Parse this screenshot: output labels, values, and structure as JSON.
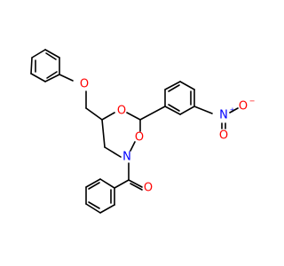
{
  "molecule": {
    "colors": {
      "carbon_bond": "#000000",
      "oxygen": "#ff0000",
      "nitrogen": "#0000ff",
      "background": "#ffffff"
    },
    "atom_labels": {
      "o_phenoxy": "O",
      "o_ring_upper": "O",
      "o_ring_lower": "O",
      "n_ring": "N",
      "o_carbonyl": "O",
      "n_nitro": "N",
      "o_nitro_upper": "O",
      "o_nitro_lower": "O"
    },
    "charges": {
      "n_nitro": "+",
      "o_nitro_upper": "−"
    }
  }
}
